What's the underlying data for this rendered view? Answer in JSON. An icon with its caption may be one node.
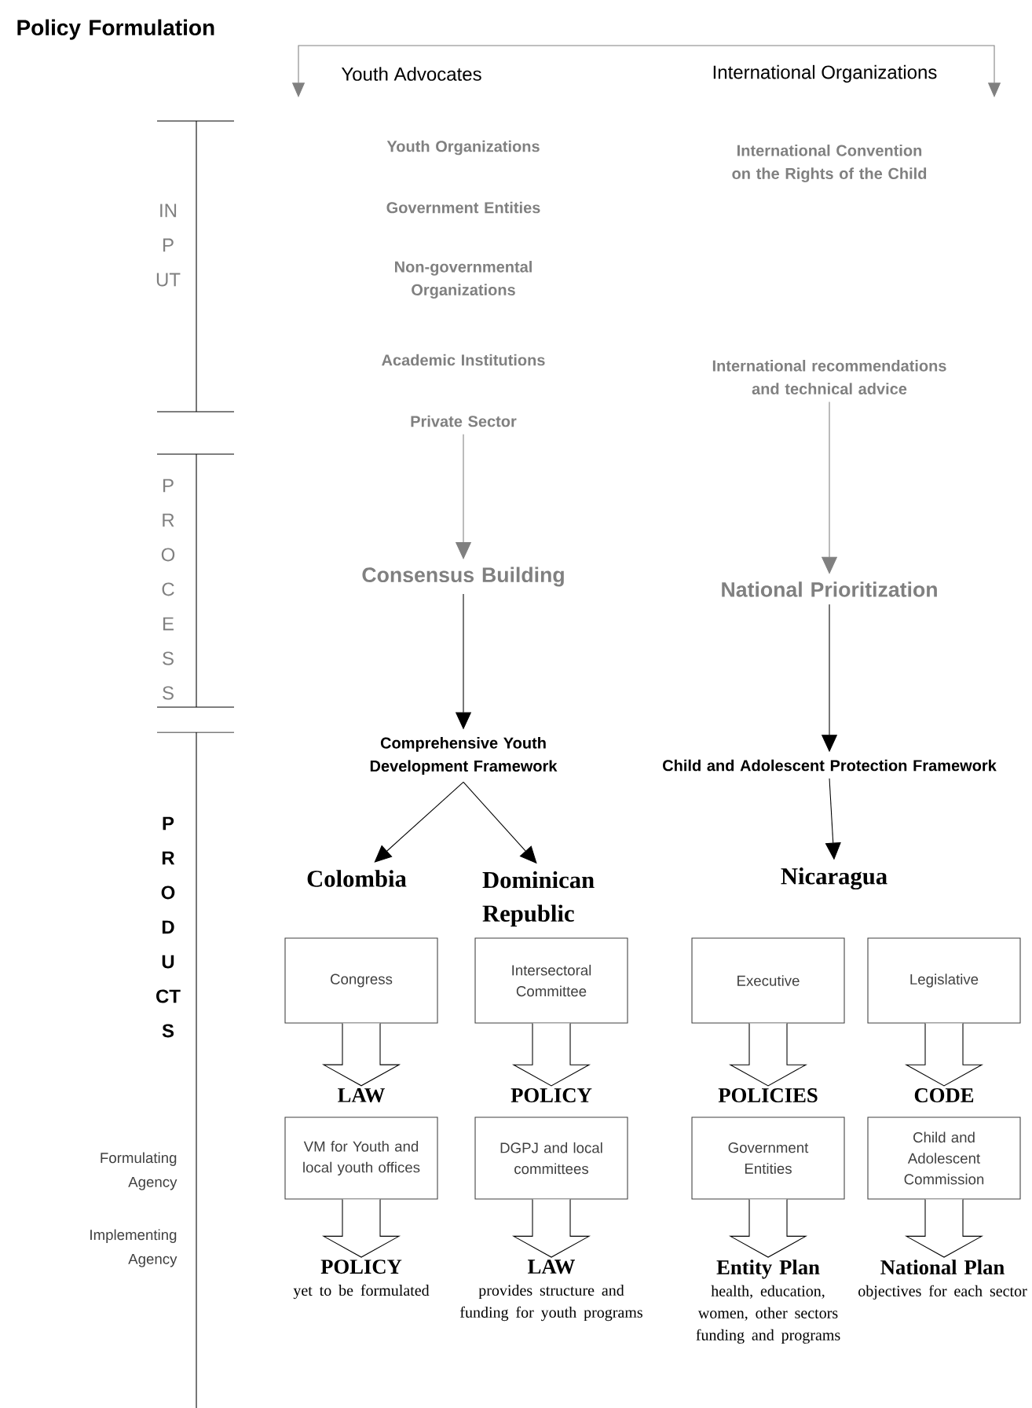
{
  "diagram": {
    "title": "Policy Formulation",
    "nodes": [
      {
        "text": [
          "Youth Advocates"
        ]
      },
      {
        "text": [
          "International Organizations"
        ]
      },
      {
        "text": [
          "Youth Organizations"
        ]
      },
      {
        "text": [
          "Government Entities"
        ]
      },
      {
        "text": [
          "Non-governmental Organizations"
        ]
      },
      {
        "text": [
          "Academic Institutions"
        ]
      },
      {
        "text": [
          "Private Sector"
        ]
      },
      {
        "text": [
          "International Convention on the Rights of the Child"
        ]
      },
      {
        "text": [
          "International recommendations and technical advice"
        ]
      },
      {
        "text": [
          "Consensus Building"
        ]
      },
      {
        "text": [
          "National Prioritization"
        ]
      },
      {
        "text": [
          "Comprehensive Youth Development Framework"
        ]
      },
      {
        "text": [
          "Child and Adolescent Protection Framework"
        ]
      },
      {
        "text": [
          "Colombia"
        ]
      },
      {
        "text": [
          "Dominican Republic"
        ]
      },
      {
        "text": [
          "Nicaragua"
        ]
      },
      {
        "text": [
          "Congress"
        ]
      },
      {
        "text": [
          "Intersectoral Committee"
        ]
      },
      {
        "text": [
          "Executive"
        ]
      },
      {
        "text": [
          "Legislative"
        ]
      },
      {
        "text": [
          "LAW"
        ]
      },
      {
        "text": [
          "POLICY"
        ]
      },
      {
        "text": [
          "POLICIES"
        ]
      },
      {
        "text": [
          "CODE"
        ]
      },
      {
        "text": [
          "VM for Youth and local youth offices"
        ]
      },
      {
        "text": [
          "DGPJ and local committees"
        ]
      },
      {
        "text": [
          "Government Entities"
        ]
      },
      {
        "text": [
          "Child and Adolescent Commission"
        ]
      },
      {
        "text": [
          "POLICY",
          "yet to be formulated"
        ]
      },
      {
        "text": [
          "LAW",
          "provides structure and funding for youth programs"
        ]
      },
      {
        "text": [
          "Entity Plan",
          "health, education, women, other sectors funding and programs"
        ]
      },
      {
        "text": [
          "National Plan",
          "objectives for each sector"
        ]
      }
    ],
    "edges": [
      {
        "from": 6,
        "to": 9,
        "arrow": "to",
        "color": "#808080"
      },
      {
        "from": 8,
        "to": 10,
        "arrow": "to",
        "color": "#808080"
      },
      {
        "from": 9,
        "to": 11,
        "arrow": "to"
      },
      {
        "from": 10,
        "to": 12,
        "arrow": "to"
      },
      {
        "from": 11,
        "to": 13,
        "arrow": "to"
      },
      {
        "from": 11,
        "to": 14,
        "arrow": "to"
      },
      {
        "from": 12,
        "to": 15,
        "arrow": "to"
      },
      {
        "from": 16,
        "to": 20,
        "arrow": "to",
        "style": "thick"
      },
      {
        "from": 17,
        "to": 21,
        "arrow": "to",
        "style": "thick"
      },
      {
        "from": 18,
        "to": 22,
        "arrow": "to",
        "style": "thick"
      },
      {
        "from": 19,
        "to": 23,
        "arrow": "to",
        "style": "thick"
      },
      {
        "from": 24,
        "to": 28,
        "arrow": "to",
        "style": "thick"
      },
      {
        "from": 25,
        "to": 29,
        "arrow": "to",
        "style": "thick"
      },
      {
        "from": 26,
        "to": 30,
        "arrow": "to",
        "style": "thick"
      },
      {
        "from": 27,
        "to": 31,
        "arrow": "to",
        "style": "thick"
      }
    ],
    "labels": [
      "INPUT",
      "PROCESS",
      "PRODUCTS",
      "Formulating Agency",
      "Implementing Agency"
    ]
  }
}
